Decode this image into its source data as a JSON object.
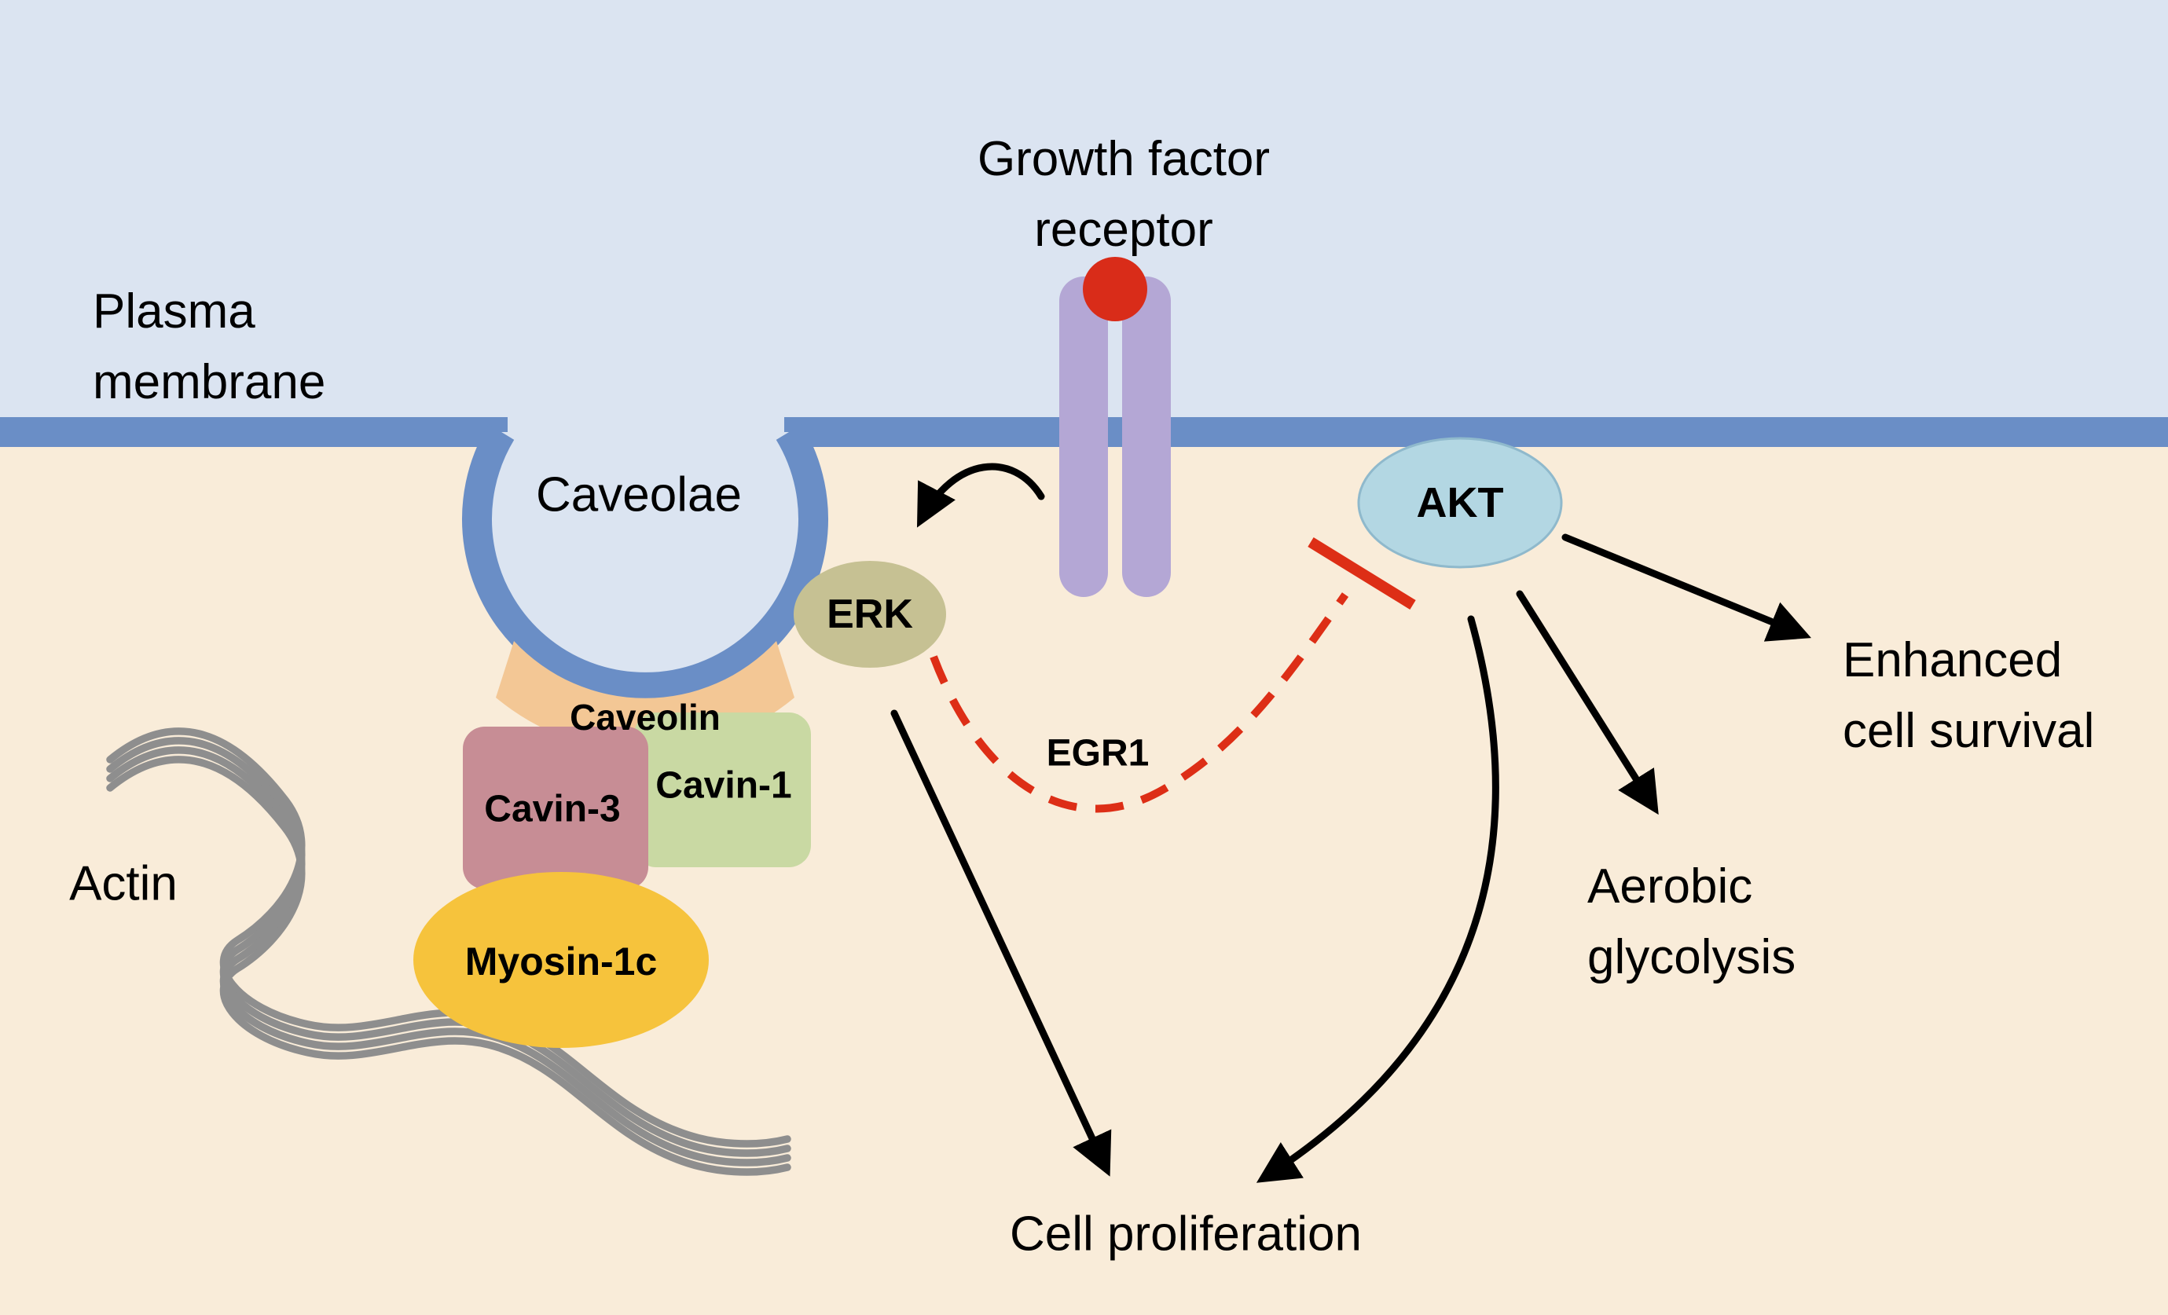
{
  "colors": {
    "extracellular": "#dbe4f1",
    "cytoplasm": "#f9ecd9",
    "membrane": "#6a8ec6",
    "receptor": "#b4a7d5",
    "ligand": "#d92c19",
    "caveolin": "#f3c795",
    "cavin3": "#c78d95",
    "cavin1": "#c9d9a3",
    "myosin": "#f6c33c",
    "erk": "#c6c193",
    "akt": "#b3d7e3",
    "akt_border": "#8fb9cc",
    "inhibit": "#dd2e16",
    "arrow": "#000000",
    "actin": "#8e8e8e",
    "text": "#000000"
  },
  "labels": {
    "plasma_membrane": {
      "lines": [
        "Plasma",
        "membrane"
      ]
    },
    "growth_factor_receptor": {
      "lines": [
        "Growth factor",
        "receptor"
      ]
    },
    "caveolae": "Caveolae",
    "caveolin": "Caveolin",
    "cavin3": "Cavin-3",
    "cavin1": "Cavin-1",
    "myosin1c": "Myosin-1c",
    "actin": "Actin",
    "erk": "ERK",
    "akt": "AKT",
    "egr1": "EGR1",
    "enhanced_cell_survival": {
      "lines": [
        "Enhanced",
        "cell survival"
      ]
    },
    "aerobic_glycolysis": {
      "lines": [
        "Aerobic",
        "glycolysis"
      ]
    },
    "cell_proliferation": "Cell proliferation"
  }
}
